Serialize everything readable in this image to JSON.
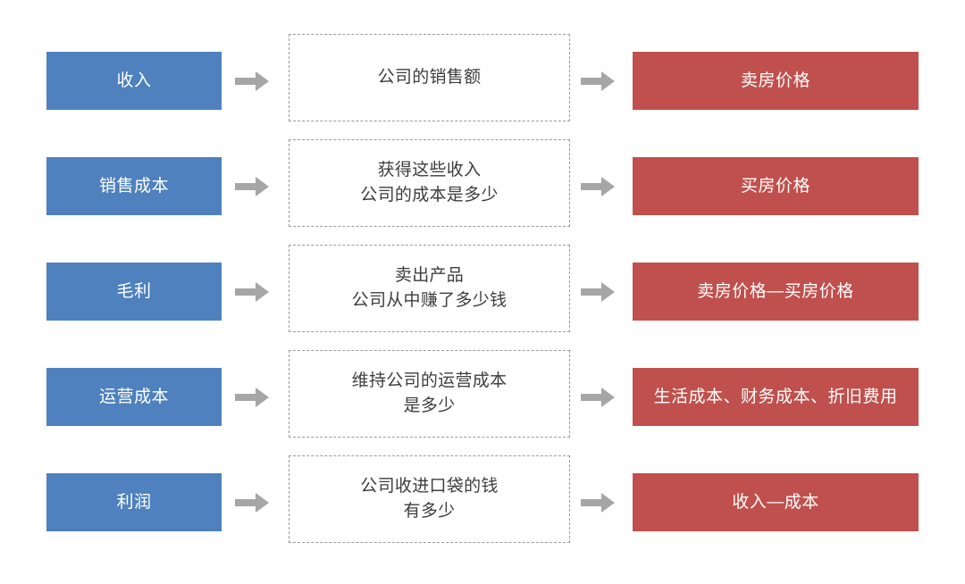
{
  "diagram": {
    "type": "flow-mapping",
    "columns": [
      {
        "key": "term",
        "style": "solid-blue-box"
      },
      {
        "key": "meaning",
        "style": "dashed-outline-box"
      },
      {
        "key": "example",
        "style": "solid-red-box"
      }
    ],
    "colors": {
      "term_box_fill": "#4e81bd",
      "term_box_text": "#ffffff",
      "meaning_box_border": "#9a9a9a",
      "meaning_box_text": "#3d3d3d",
      "example_box_fill": "#c0504d",
      "example_box_text": "#ffffff",
      "arrow": "#a6a6a6",
      "background": "#ffffff"
    },
    "arrow_icon": "right-arrow-icon",
    "rows": [
      {
        "term": "收入",
        "meaning": "公司的销售额",
        "example": "卖房价格"
      },
      {
        "term": "销售成本",
        "meaning": "获得这些收入\n公司的成本是多少",
        "example": "买房价格"
      },
      {
        "term": "毛利",
        "meaning": "卖出产品\n公司从中赚了多少钱",
        "example": "卖房价格—买房价格"
      },
      {
        "term": "运营成本",
        "meaning": "维持公司的运营成本\n是多少",
        "example": "生活成本、财务成本、折旧费用"
      },
      {
        "term": "利润",
        "meaning": "公司收进口袋的钱\n有多少",
        "example": "收入—成本"
      }
    ]
  }
}
